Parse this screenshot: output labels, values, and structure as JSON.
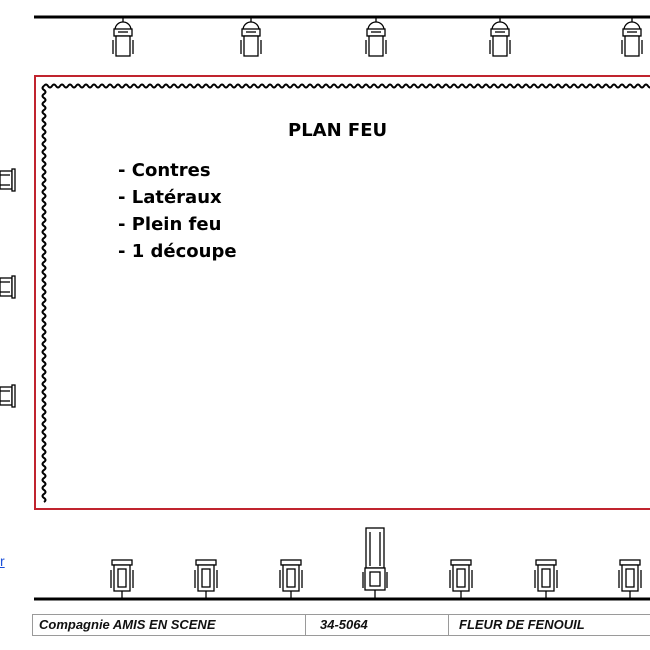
{
  "title": "PLAN FEU",
  "list_items": [
    "- Contres",
    "- Latéraux",
    "- Plein feu",
    "- 1 découpe"
  ],
  "side_note": "r",
  "footer": {
    "company": "Compagnie AMIS EN SCENE",
    "code": "34-5064",
    "show": "FLEUR DE FENOUIL"
  },
  "colors": {
    "stage_border": "#c0242e",
    "rigging_bar": "#000000",
    "link": "#1a4fd8"
  },
  "fixtures": {
    "top_bar": {
      "icon": "fresnel-projector-icon",
      "count": 5
    },
    "left_side": {
      "icon": "side-projector-icon",
      "count": 3
    },
    "front_bar": {
      "icon": "pc-projector-icon",
      "count": 6
    },
    "front_center": {
      "icon": "profile-spot-icon",
      "count": 1
    }
  }
}
